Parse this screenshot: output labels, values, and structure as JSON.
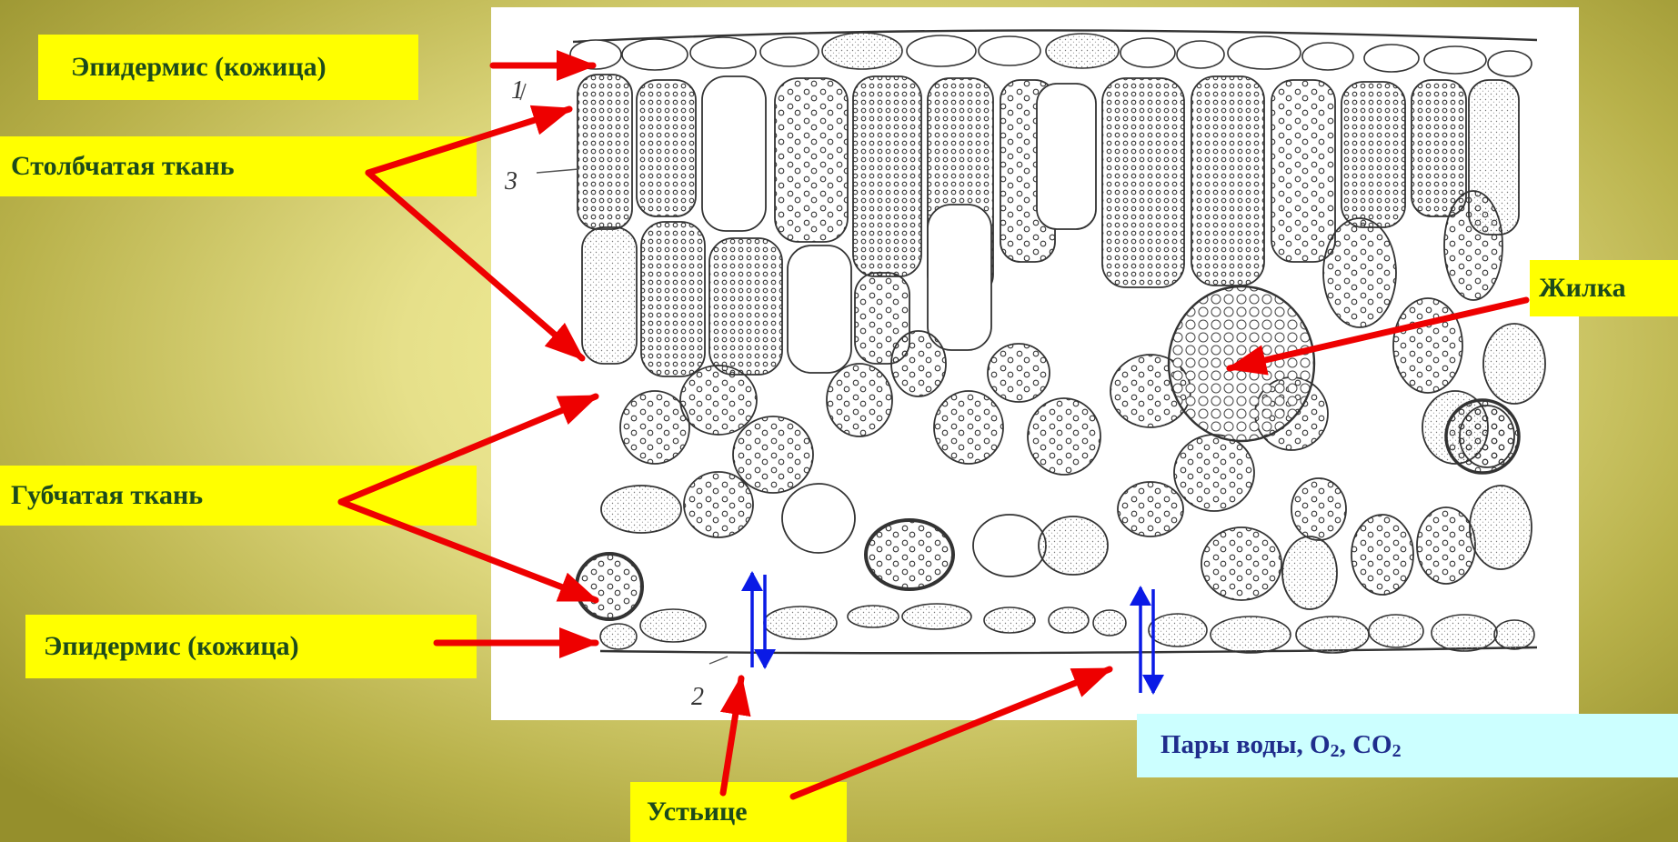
{
  "labels": {
    "epidermis_top": "Эпидермис (кожица)",
    "palisade": "Столбчатая ткань",
    "spongy": "Губчатая ткань",
    "epidermis_bottom": "Эпидермис (кожица)",
    "vein": "Жилка",
    "stoma": "Устьице",
    "gases_prefix": "Пары воды, О",
    "gases_sub1": "2",
    "gases_mid": ", СО",
    "gases_sub2": "2"
  },
  "figure_markers": {
    "m1": "1",
    "m2": "2",
    "m3": "3"
  },
  "colors": {
    "label_bg": "#ffff00",
    "label_text": "#1c4a1c",
    "gases_bg": "#ccffff",
    "gases_text": "#1f2d8c",
    "pointer_arrow": "#ee0000",
    "gas_exchange_arrow": "#0a1ae6"
  }
}
